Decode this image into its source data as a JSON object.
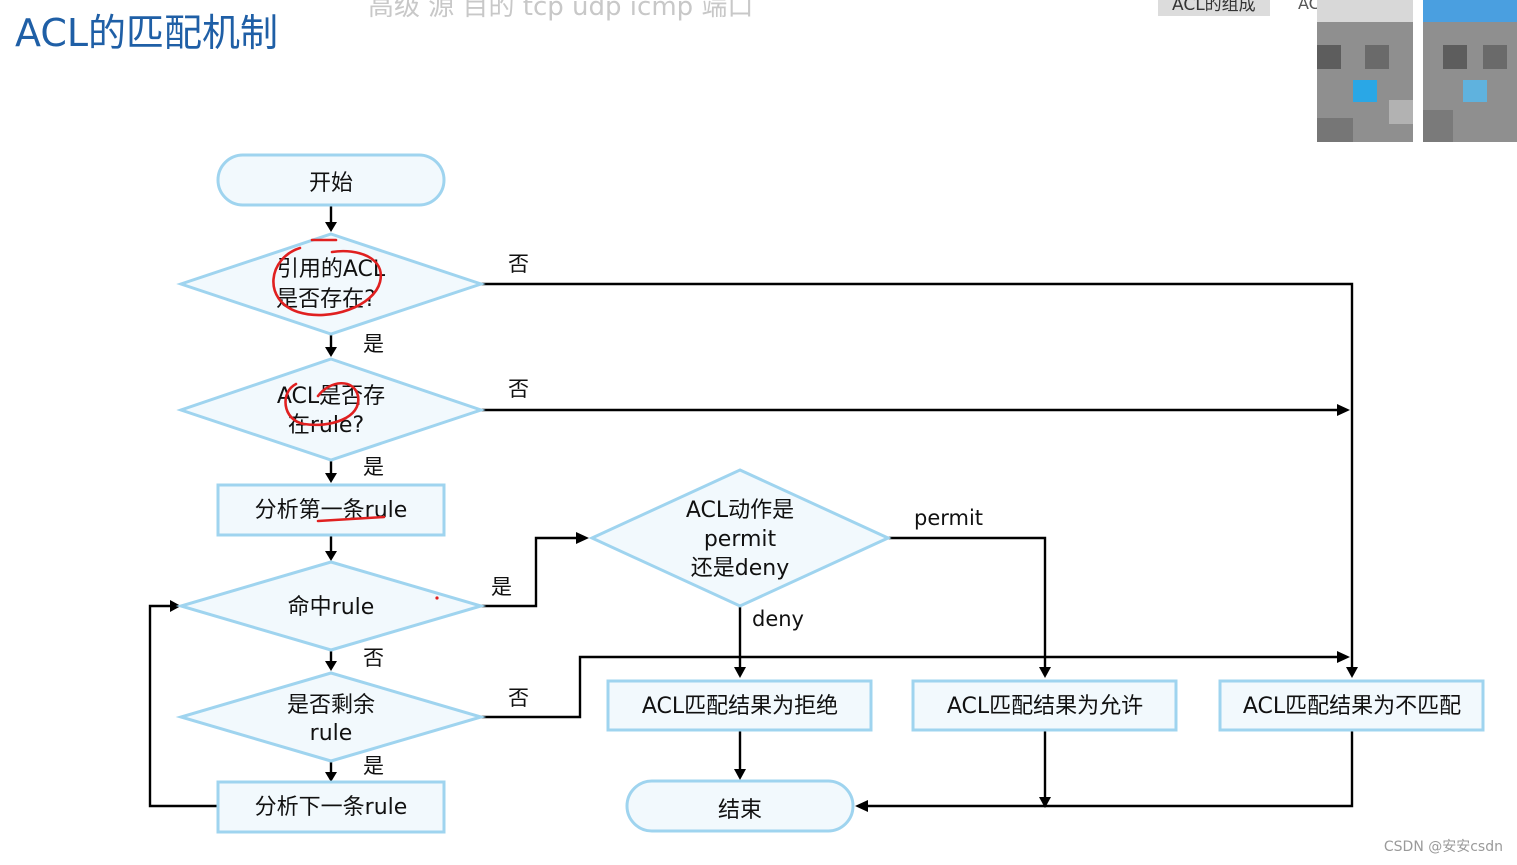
{
  "slide": {
    "title": "ACL的匹配机制",
    "ghost_caption": "高级 源 目的 tcp udp icmp 端口",
    "tab_label": "ACL的组成",
    "tab_label_2": "AC",
    "watermark": "CSDN @安安csdn"
  },
  "flowchart": {
    "nodes": {
      "start": "开始",
      "acl_exists_l1": "引用的ACL",
      "acl_exists_l2": "是否存在?",
      "has_rule_l1": "ACL是否存",
      "has_rule_l2": "在rule?",
      "analyze_first": "分析第一条rule",
      "hit_rule": "命中rule",
      "remaining_l1": "是否剩余",
      "remaining_l2": "rule",
      "analyze_next": "分析下一条rule",
      "action_l1": "ACL动作是",
      "action_l2": "permit",
      "action_l3": "还是deny",
      "result_deny": "ACL匹配结果为拒绝",
      "result_permit": "ACL匹配结果为允许",
      "result_nomatch": "ACL匹配结果为不匹配",
      "end": "结束"
    },
    "edge_labels": {
      "no_1": "否",
      "yes_1": "是",
      "no_2": "否",
      "yes_2": "是",
      "yes_3": "是",
      "no_3": "否",
      "no_4": "否",
      "yes_4": "是",
      "permit": "permit",
      "deny": "deny"
    }
  },
  "colors": {
    "title": "#1f5fa6",
    "node_fill": "#f2f9fd",
    "node_border": "#9fd4ef",
    "annotation": "#e02020"
  }
}
